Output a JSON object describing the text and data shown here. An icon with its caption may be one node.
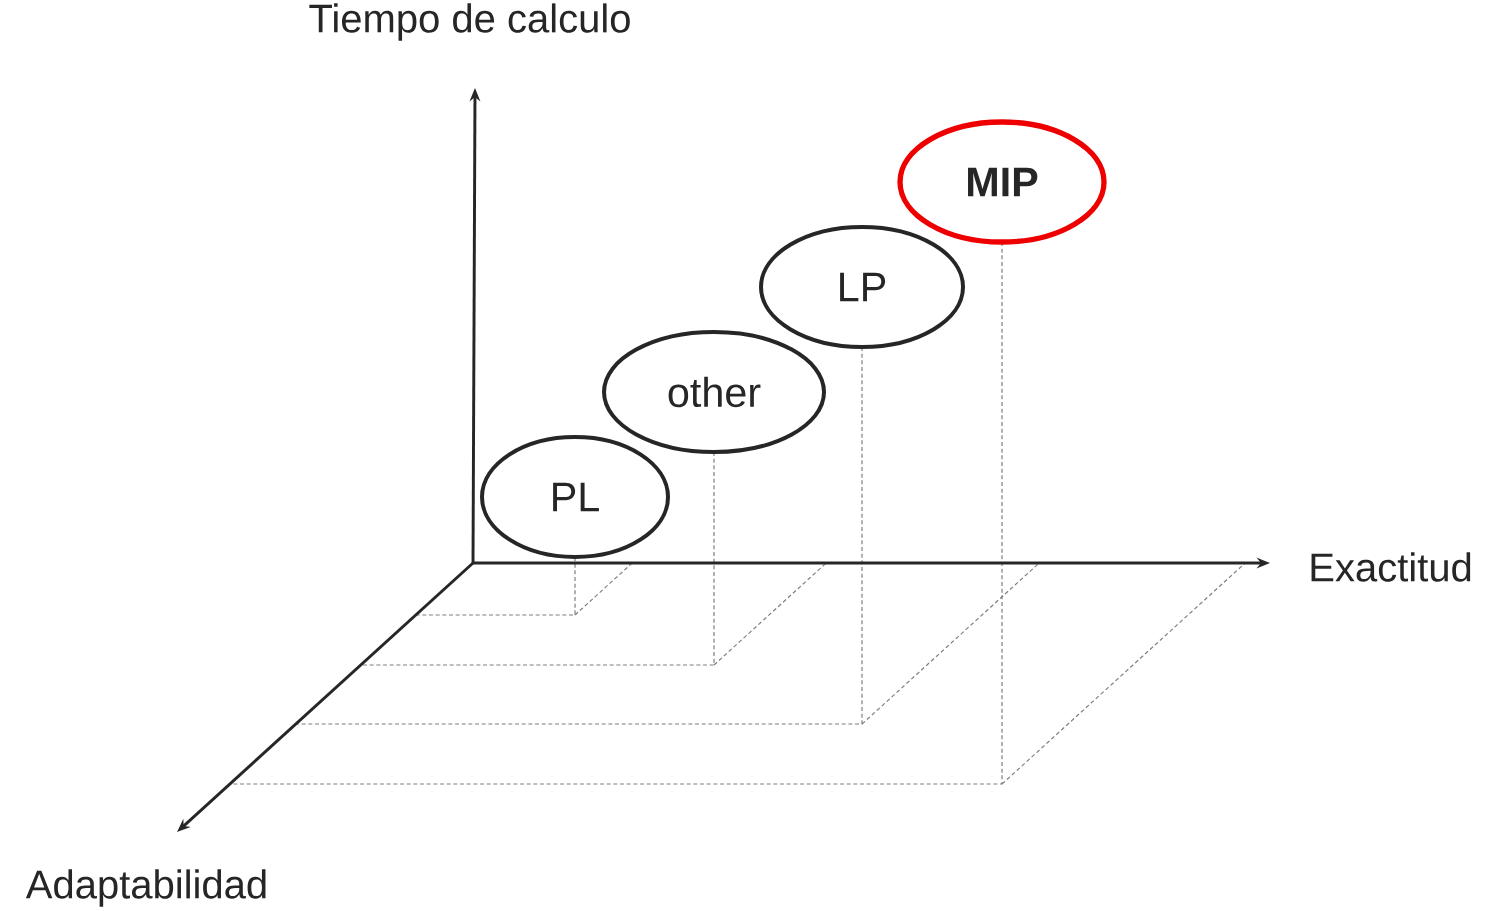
{
  "diagram": {
    "nodes": [
      {
        "text": [
          "PL"
        ]
      },
      {
        "text": [
          "other"
        ]
      },
      {
        "text": [
          "LP"
        ]
      },
      {
        "text": [
          "MIP"
        ]
      }
    ],
    "labels": [
      "Tiempo de calculo",
      "Exactitud",
      "Adaptabilidad"
    ]
  }
}
